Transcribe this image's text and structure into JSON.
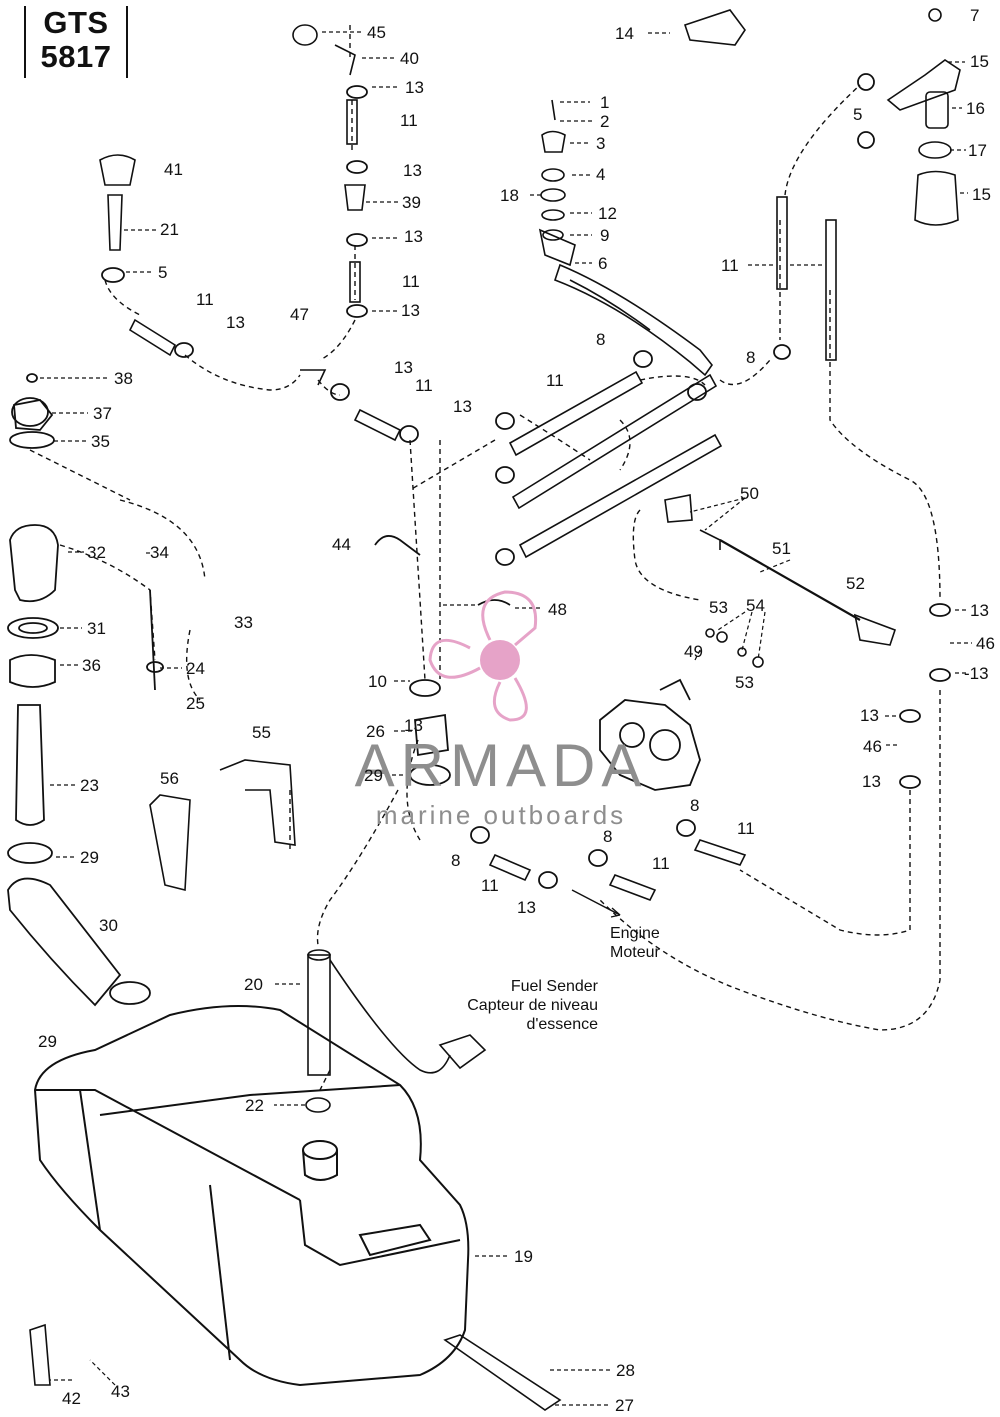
{
  "header": {
    "model_line1": "GTS",
    "model_line2": "5817"
  },
  "watermark": {
    "brand": "ARMADA",
    "tagline": "marine outboards",
    "accent_color": "#e6a3c8",
    "text_color": "#8e8e8e"
  },
  "annotations": {
    "engine": "Engine\nMoteur",
    "fuel_sender": "Fuel Sender\nCapteur de niveau\nd'essence"
  },
  "callouts": [
    {
      "id": "c1",
      "text": "1"
    },
    {
      "id": "c2",
      "text": "2"
    },
    {
      "id": "c3",
      "text": "3"
    },
    {
      "id": "c4",
      "text": "4"
    },
    {
      "id": "c5a",
      "text": "5"
    },
    {
      "id": "c5b",
      "text": "5"
    },
    {
      "id": "c6",
      "text": "6"
    },
    {
      "id": "c7",
      "text": "7"
    },
    {
      "id": "c8a",
      "text": "8"
    },
    {
      "id": "c8b",
      "text": "8"
    },
    {
      "id": "c8c",
      "text": "8"
    },
    {
      "id": "c8d",
      "text": "8"
    },
    {
      "id": "c8e",
      "text": "8"
    },
    {
      "id": "c9",
      "text": "9"
    },
    {
      "id": "c10",
      "text": "10"
    },
    {
      "id": "c11a",
      "text": "11"
    },
    {
      "id": "c11b",
      "text": "11"
    },
    {
      "id": "c11c",
      "text": "11"
    },
    {
      "id": "c11d",
      "text": "11"
    },
    {
      "id": "c11e",
      "text": "11"
    },
    {
      "id": "c11f",
      "text": "11"
    },
    {
      "id": "c11g",
      "text": "11"
    },
    {
      "id": "c11h",
      "text": "11"
    },
    {
      "id": "c11i",
      "text": "11"
    },
    {
      "id": "c12",
      "text": "12"
    },
    {
      "id": "c13a",
      "text": "13"
    },
    {
      "id": "c13b",
      "text": "13"
    },
    {
      "id": "c13c",
      "text": "13"
    },
    {
      "id": "c13d",
      "text": "13"
    },
    {
      "id": "c13e",
      "text": "13"
    },
    {
      "id": "c13f",
      "text": "13"
    },
    {
      "id": "c13g",
      "text": "13"
    },
    {
      "id": "c13h",
      "text": "13"
    },
    {
      "id": "c13i",
      "text": "13"
    },
    {
      "id": "c13j",
      "text": "-13"
    },
    {
      "id": "c13k",
      "text": "13"
    },
    {
      "id": "c13l",
      "text": "13"
    },
    {
      "id": "c13m",
      "text": "13"
    },
    {
      "id": "c14",
      "text": "14"
    },
    {
      "id": "c15a",
      "text": "15"
    },
    {
      "id": "c15b",
      "text": "15"
    },
    {
      "id": "c16",
      "text": "16"
    },
    {
      "id": "c17",
      "text": "17"
    },
    {
      "id": "c18",
      "text": "18"
    },
    {
      "id": "c19",
      "text": "19"
    },
    {
      "id": "c20",
      "text": "20"
    },
    {
      "id": "c21",
      "text": "21"
    },
    {
      "id": "c22",
      "text": "22"
    },
    {
      "id": "c23",
      "text": "23"
    },
    {
      "id": "c24",
      "text": "24"
    },
    {
      "id": "c25",
      "text": "25"
    },
    {
      "id": "c26",
      "text": "26"
    },
    {
      "id": "c27",
      "text": "27"
    },
    {
      "id": "c28",
      "text": "28"
    },
    {
      "id": "c29a",
      "text": "29"
    },
    {
      "id": "c29b",
      "text": "29"
    },
    {
      "id": "c29c",
      "text": "29"
    },
    {
      "id": "c30",
      "text": "30"
    },
    {
      "id": "c31",
      "text": "31"
    },
    {
      "id": "c32",
      "text": "32"
    },
    {
      "id": "c33",
      "text": "33"
    },
    {
      "id": "c34",
      "text": "34"
    },
    {
      "id": "c35",
      "text": "35"
    },
    {
      "id": "c36",
      "text": "36"
    },
    {
      "id": "c37",
      "text": "37"
    },
    {
      "id": "c38",
      "text": "38"
    },
    {
      "id": "c39",
      "text": "39"
    },
    {
      "id": "c40",
      "text": "40"
    },
    {
      "id": "c41",
      "text": "41"
    },
    {
      "id": "c42",
      "text": "42"
    },
    {
      "id": "c43",
      "text": "43"
    },
    {
      "id": "c44",
      "text": "44"
    },
    {
      "id": "c45",
      "text": "45"
    },
    {
      "id": "c46a",
      "text": "46"
    },
    {
      "id": "c46b",
      "text": "46"
    },
    {
      "id": "c47",
      "text": "47"
    },
    {
      "id": "c48",
      "text": "48"
    },
    {
      "id": "c49",
      "text": "49"
    },
    {
      "id": "c50",
      "text": "50"
    },
    {
      "id": "c51",
      "text": "51"
    },
    {
      "id": "c52",
      "text": "52"
    },
    {
      "id": "c53a",
      "text": "53"
    },
    {
      "id": "c53b",
      "text": "53"
    },
    {
      "id": "c54",
      "text": "54"
    },
    {
      "id": "c55",
      "text": "55"
    },
    {
      "id": "c56",
      "text": "56"
    }
  ]
}
